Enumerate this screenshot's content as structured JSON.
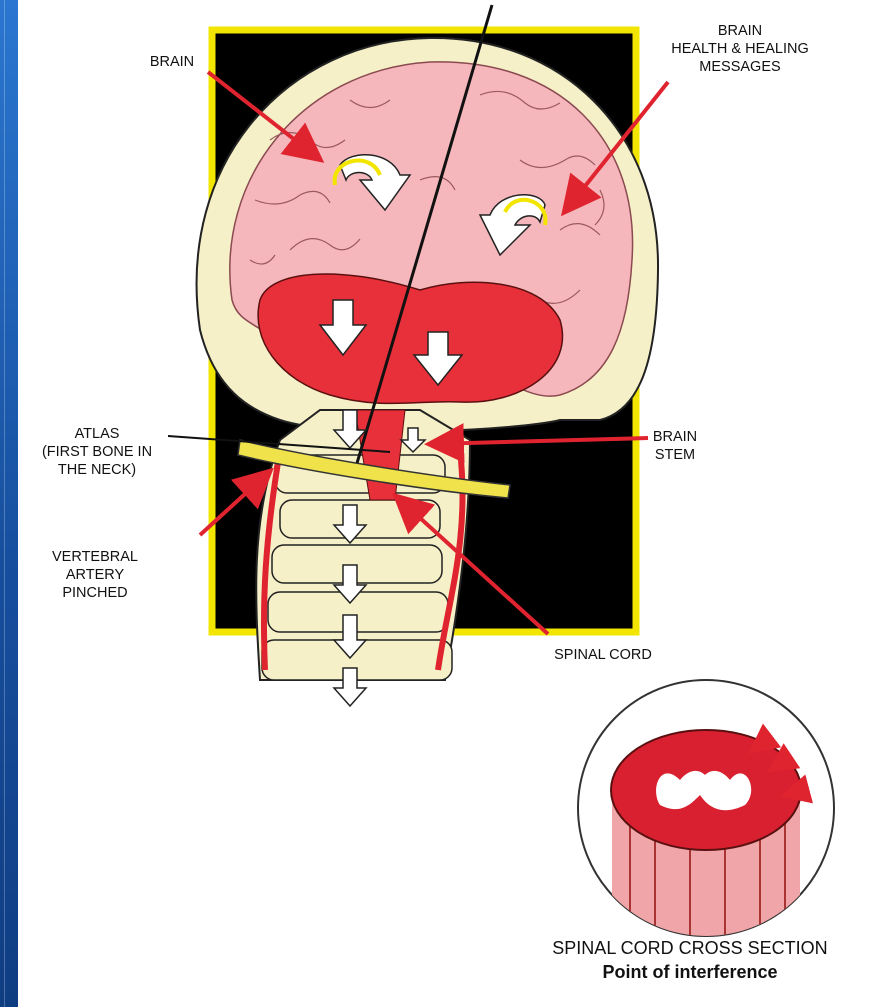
{
  "labels": {
    "brain": "BRAIN",
    "brain_health": "BRAIN\nHEALTH & HEALING\nMESSAGES",
    "atlas": "ATLAS\n(FIRST BONE IN\nTHE NECK)",
    "brain_stem": "BRAIN\nSTEM",
    "vertebral_artery": "VERTEBRAL\nARTERY\nPINCHED",
    "spinal_cord": "SPINAL CORD"
  },
  "caption": {
    "title": "SPINAL CORD CROSS SECTION",
    "subtitle": "Point of interference"
  },
  "colors": {
    "background_frame": "#1c5fb6",
    "box_fill": "#000000",
    "box_border": "#f2e500",
    "brain": "#f5b7bb",
    "cerebellum": "#e8303a",
    "bone": "#f6f0c8",
    "arrow": "#e0242f",
    "atlas_bar": "#efe24a"
  }
}
